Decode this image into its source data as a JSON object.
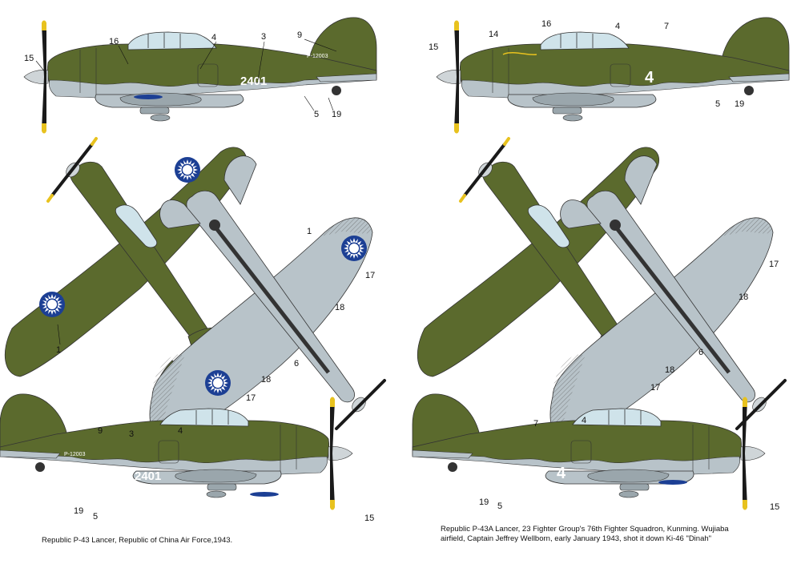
{
  "colors": {
    "olive": "#5b6a2d",
    "olive_dark": "#454f22",
    "grey": "#b8c3c9",
    "grey_dark": "#8d989e",
    "canopy": "#cfe3ea",
    "roundel_blue": "#1c3f94",
    "roundel_white": "#ffffff",
    "prop": "#1a1a1a",
    "prop_tip": "#e8c21e",
    "spinner": "#cfd5d8"
  },
  "left_scheme": {
    "serial": "P-12003",
    "code": "2401",
    "caption": "Republic P-43 Lancer, Republic of China Air Force,1943.",
    "callouts": {
      "top_profile": [
        "16",
        "4",
        "3",
        "9",
        "15",
        "5",
        "19"
      ],
      "upper_plan": [
        "1"
      ],
      "lower_plan": [
        "1",
        "17",
        "18",
        "6",
        "18",
        "17"
      ],
      "bottom_profile": [
        "9",
        "3",
        "4",
        "19",
        "5",
        "15"
      ]
    }
  },
  "right_scheme": {
    "code": "4",
    "caption_line1": "Republic P-43A Lancer, 23 Fighter Group's 76th Fighter Squadron, Kunming. Wujiaba",
    "caption_line2": "airfield, Captain Jeffrey Wellborn, early January 1943, shot it down  Ki-46 \"Dinah\"",
    "callouts": {
      "top_profile": [
        "16",
        "14",
        "4",
        "7",
        "15",
        "5",
        "19"
      ],
      "lower_plan": [
        "17",
        "18",
        "6",
        "18",
        "17"
      ],
      "bottom_profile": [
        "7",
        "4",
        "19",
        "5",
        "15"
      ]
    }
  }
}
